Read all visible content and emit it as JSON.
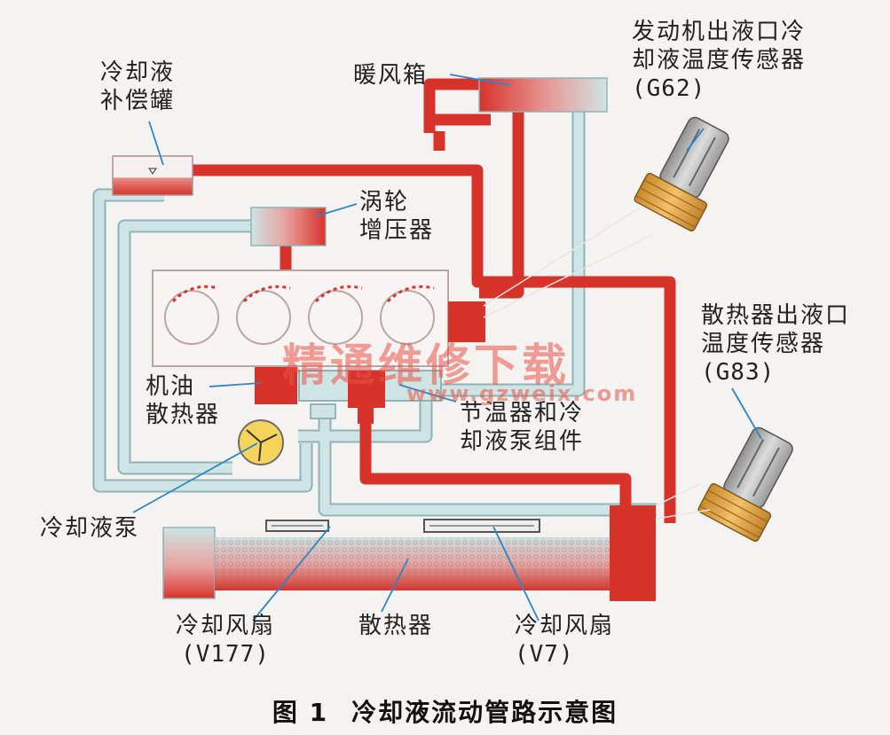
{
  "labels": {
    "reservoir": [
      "冷却液",
      "补偿罐"
    ],
    "heater_box": "暖风箱",
    "turbocharger": [
      "涡轮",
      "增压器"
    ],
    "oil_cooler": [
      "机油",
      "散热器"
    ],
    "thermostat_pump": [
      "节温器和冷",
      "却液泵组件"
    ],
    "coolant_pump": "冷却液泵",
    "fan_left": [
      "冷却风扇",
      "(V177)"
    ],
    "radiator": "散热器",
    "fan_right": [
      "冷却风扇",
      "(V7)"
    ],
    "sensor_engine_outlet": [
      "发动机出液口冷",
      "却液温度传感器",
      "(G62)"
    ],
    "sensor_radiator_outlet": [
      "散热器出液口",
      "温度传感器",
      "(G83)"
    ]
  },
  "watermark": {
    "text": "精通维修下载",
    "url": "www.gzweix.com"
  },
  "caption": {
    "number": "图 1",
    "title": "冷却液流动管路示意图"
  },
  "colors": {
    "hot": "#d8332b",
    "cool": "#cfe4e4",
    "cool_stroke": "#8fb4b6",
    "sensor_body": "#a9a9a9",
    "sensor_thread": "#e3a447"
  }
}
